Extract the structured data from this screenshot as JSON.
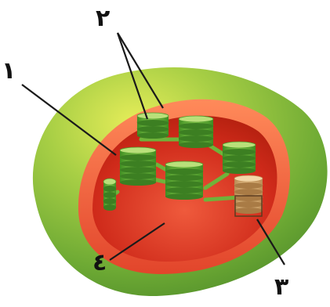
{
  "labels": [
    {
      "id": "1",
      "text": "١"
    },
    {
      "id": "2",
      "text": "٢"
    },
    {
      "id": "3",
      "text": "٣"
    },
    {
      "id": "4",
      "text": "٤"
    }
  ],
  "colors": {
    "outer_membrane": "#7fb236",
    "inner_membrane": "#e24a2c",
    "stroma": "#d8321e",
    "granum": "#5fa62f",
    "granum_highlight": "#b9e07a",
    "selected_granum": "#d9b07e",
    "leader_line": "#1a1a1a"
  },
  "icons": [
    "chloroplast-diagram"
  ]
}
